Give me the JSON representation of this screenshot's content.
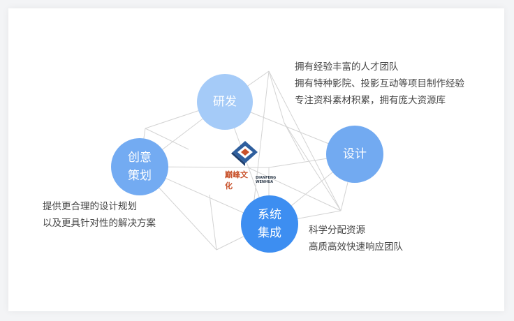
{
  "nodes": {
    "rd": {
      "label": "研发"
    },
    "design": {
      "label": "设计"
    },
    "plan": {
      "line1": "创意",
      "line2": "策划"
    },
    "system": {
      "line1": "系统",
      "line2": "集成"
    }
  },
  "descriptions": {
    "rd": [
      "拥有经验丰富的人才团队",
      "拥有特种影院、投影互动等项目制作经验",
      "专注资料素材积累，拥有庞大资源库"
    ],
    "plan": [
      "提供更合理的设计规划",
      "以及更具针对性的解决方案"
    ],
    "system": [
      "科学分配资源",
      "高质高效快速响应团队"
    ]
  },
  "logo": {
    "name_cn": "巅峰文化",
    "name_en": "DIANFENG WENHUA"
  },
  "colors": {
    "rd": "#a5cbf8",
    "design": "#72aaf1",
    "plan": "#73abf2",
    "system": "#3d8ef1",
    "lines": "#d0d0d0",
    "logo_accent": "#c8512a",
    "logo_blue": "#2f5f9e"
  }
}
